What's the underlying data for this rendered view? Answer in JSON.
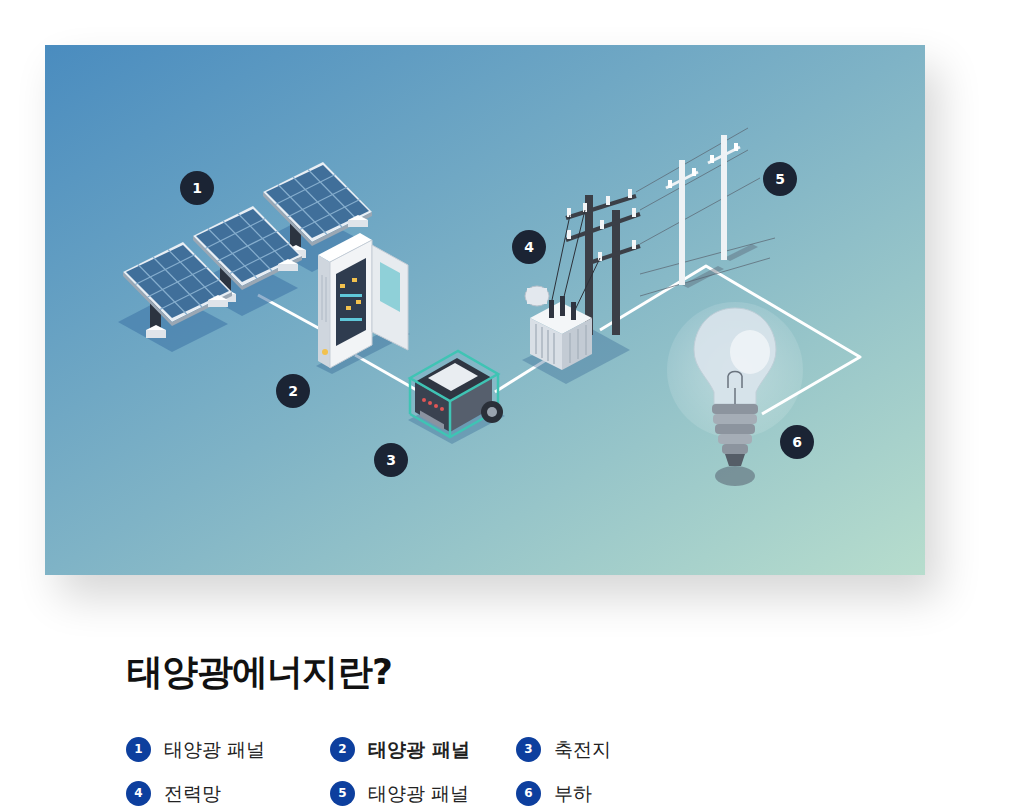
{
  "diagram": {
    "title": "태양광에너지란?",
    "labels": [
      "1",
      "2",
      "3",
      "4",
      "5",
      "6",
      "1",
      "2",
      "3",
      "4",
      "5",
      "6"
    ],
    "legend": [
      {
        "text": "태양광 패널",
        "color": "#0d3f9e"
      },
      {
        "text": "태양광 패널",
        "color": "#0d3f9e"
      },
      {
        "text": "축전지",
        "color": "#0d3f9e"
      },
      {
        "text": "전력망",
        "color": "#0d3f9e"
      },
      {
        "text": "태양광 패널",
        "color": "#0d3f9e"
      },
      {
        "text": "부하",
        "color": "#0d3f9e"
      }
    ]
  }
}
